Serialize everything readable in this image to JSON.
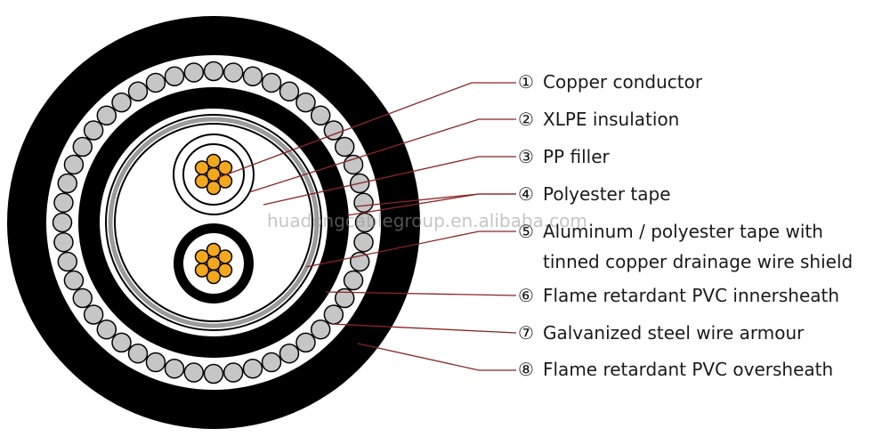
{
  "labels": [
    {
      "num": "①",
      "text": "Copper conductor"
    },
    {
      "num": "②",
      "text": "XLPE insulation"
    },
    {
      "num": "③",
      "text": "PP filler"
    },
    {
      "num": "④",
      "text": "Polyester tape"
    },
    {
      "num": "⑤",
      "text": "Aluminum / polyester tape with",
      "cont": "tinned copper drainage wire shield"
    },
    {
      "num": "⑥",
      "text": "Flame retardant PVC innersheath"
    },
    {
      "num": "⑦",
      "text": "Galvanized steel wire armour"
    },
    {
      "num": "⑧",
      "text": "Flame retardant PVC oversheath"
    }
  ],
  "watermark": "huadongcablegroup.en.alibaba.com",
  "colors": {
    "sheath": "#000000",
    "armour_wire": "#c6c6c6",
    "copper": "#f2a81d",
    "leader": "#8b2525",
    "text": "#1a1a1a"
  }
}
